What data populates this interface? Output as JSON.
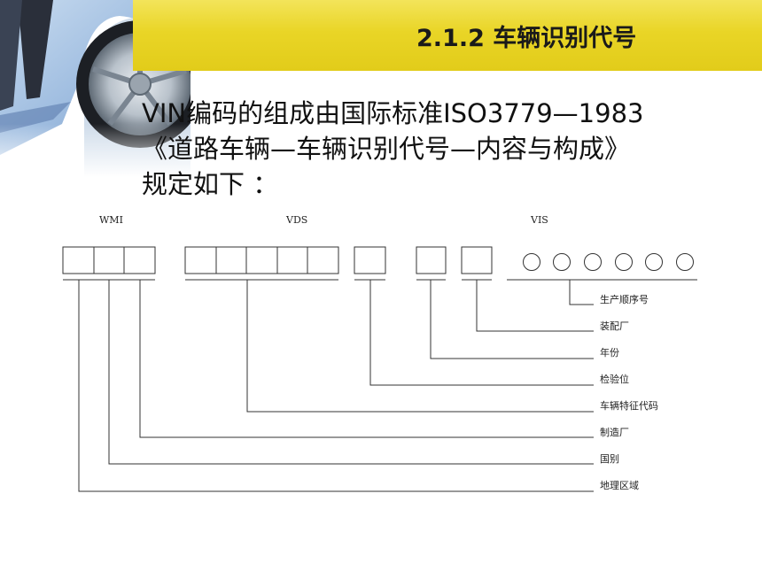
{
  "header": {
    "section_title": "2.1.2  车辆识别代号"
  },
  "intro": {
    "line1": "VIN编码的组成由国际标准ISO3779—1983",
    "line2": "《道路车辆—车辆识别代号—内容与构成》",
    "line3": "规定如下 ："
  },
  "vin_diagram": {
    "group_labels": {
      "wmi": "WMI",
      "vds": "VDS",
      "vis": "VIS"
    },
    "field_labels": {
      "production_sequence": "生产顺序号",
      "assembly_plant": "装配厂",
      "model_year": "年份",
      "check_digit": "检验位",
      "vehicle_descriptor": "车辆特征代码",
      "manufacturer": "制造厂",
      "country": "国别",
      "geographic_area": "地理区域"
    }
  }
}
